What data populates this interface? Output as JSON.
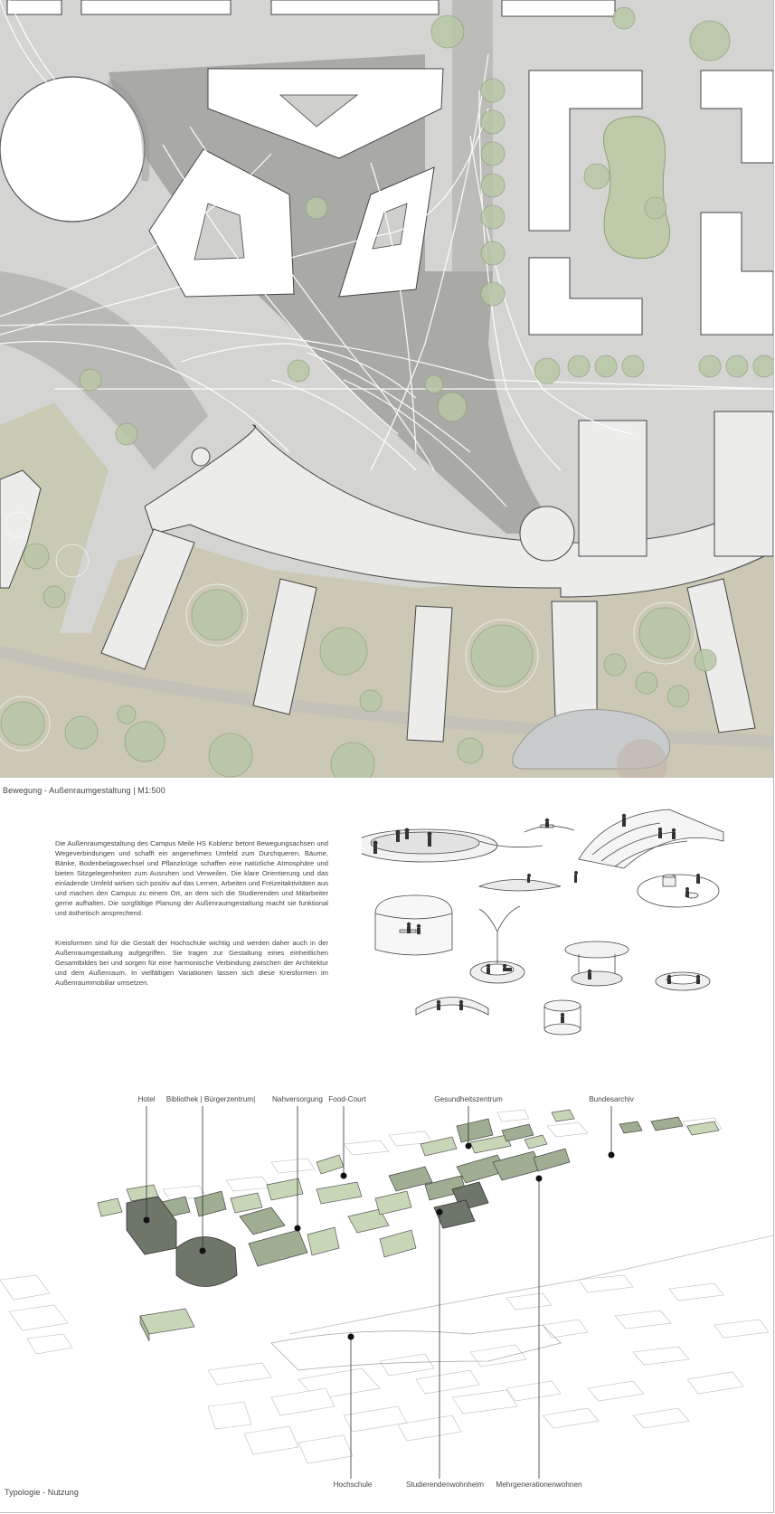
{
  "plan": {
    "caption": "Bewegung - Außenraumgestaltung | M1:500"
  },
  "text": {
    "paragraph1": "Die Außenraumgestaltung des Campus Meile HS Koblenz betont Bewegungsachsen und Wegeverbindungen und schafft ein angenehmes Umfeld zum Durchqueren. Bäume, Bänke, Bodenbelagswechsel und Pflanzkrüge schaffen eine natürliche Atmosphäre und bieten Sitzgelegenheiten zum Ausruhen und Verweilen. Die klare Orientierung und das einladende Umfeld wirken sich positiv auf das Lernen, Arbeiten und Freizeitaktivitäten aus und machen den Campus zu einem Ort, an dem sich die Studierenden und Mitarbeiter gerne aufhalten. Die sorgfältige Planung der Außenraumgestaltung macht sie funktional und ästhetisch ansprechend.",
    "paragraph2": "Kreisformen sind für die Gestalt der Hochschule wichtig und werden daher auch in der Außenraumgestaltung aufgegriffen. Sie tragen zur Gestaltung eines einheitlichen Gesamtbildes bei und sorgen für eine harmonische Verbindung zwischen der Architektur und dem Außenraum. In vielfältigen Variationen lassen sich diese Kreisformen im Außenraummobiliar umsetzen."
  },
  "typology": {
    "caption": "Typologie - Nutzung",
    "labels_top": {
      "hotel": "Hotel",
      "library": "Bibliothek | Bürgerzentrum|",
      "supply": "Nahversorgung",
      "foodcourt": "Food-Court",
      "health": "Gesundheitszentrum",
      "archive": "Bundesarchiv"
    },
    "labels_bottom": {
      "university": "Hochschule",
      "student_housing": "Studierendenwohnheim",
      "multigen": "Mehrgenerationenwohnen"
    }
  },
  "colors": {
    "ground": "#d5d6d3",
    "lawn": "#ccc9b6",
    "tree": "#9fb788",
    "building": "#ffffff",
    "dark_green": "#6f7a67",
    "mid_green": "#9aa890",
    "light_green": "#c5d4b4"
  }
}
